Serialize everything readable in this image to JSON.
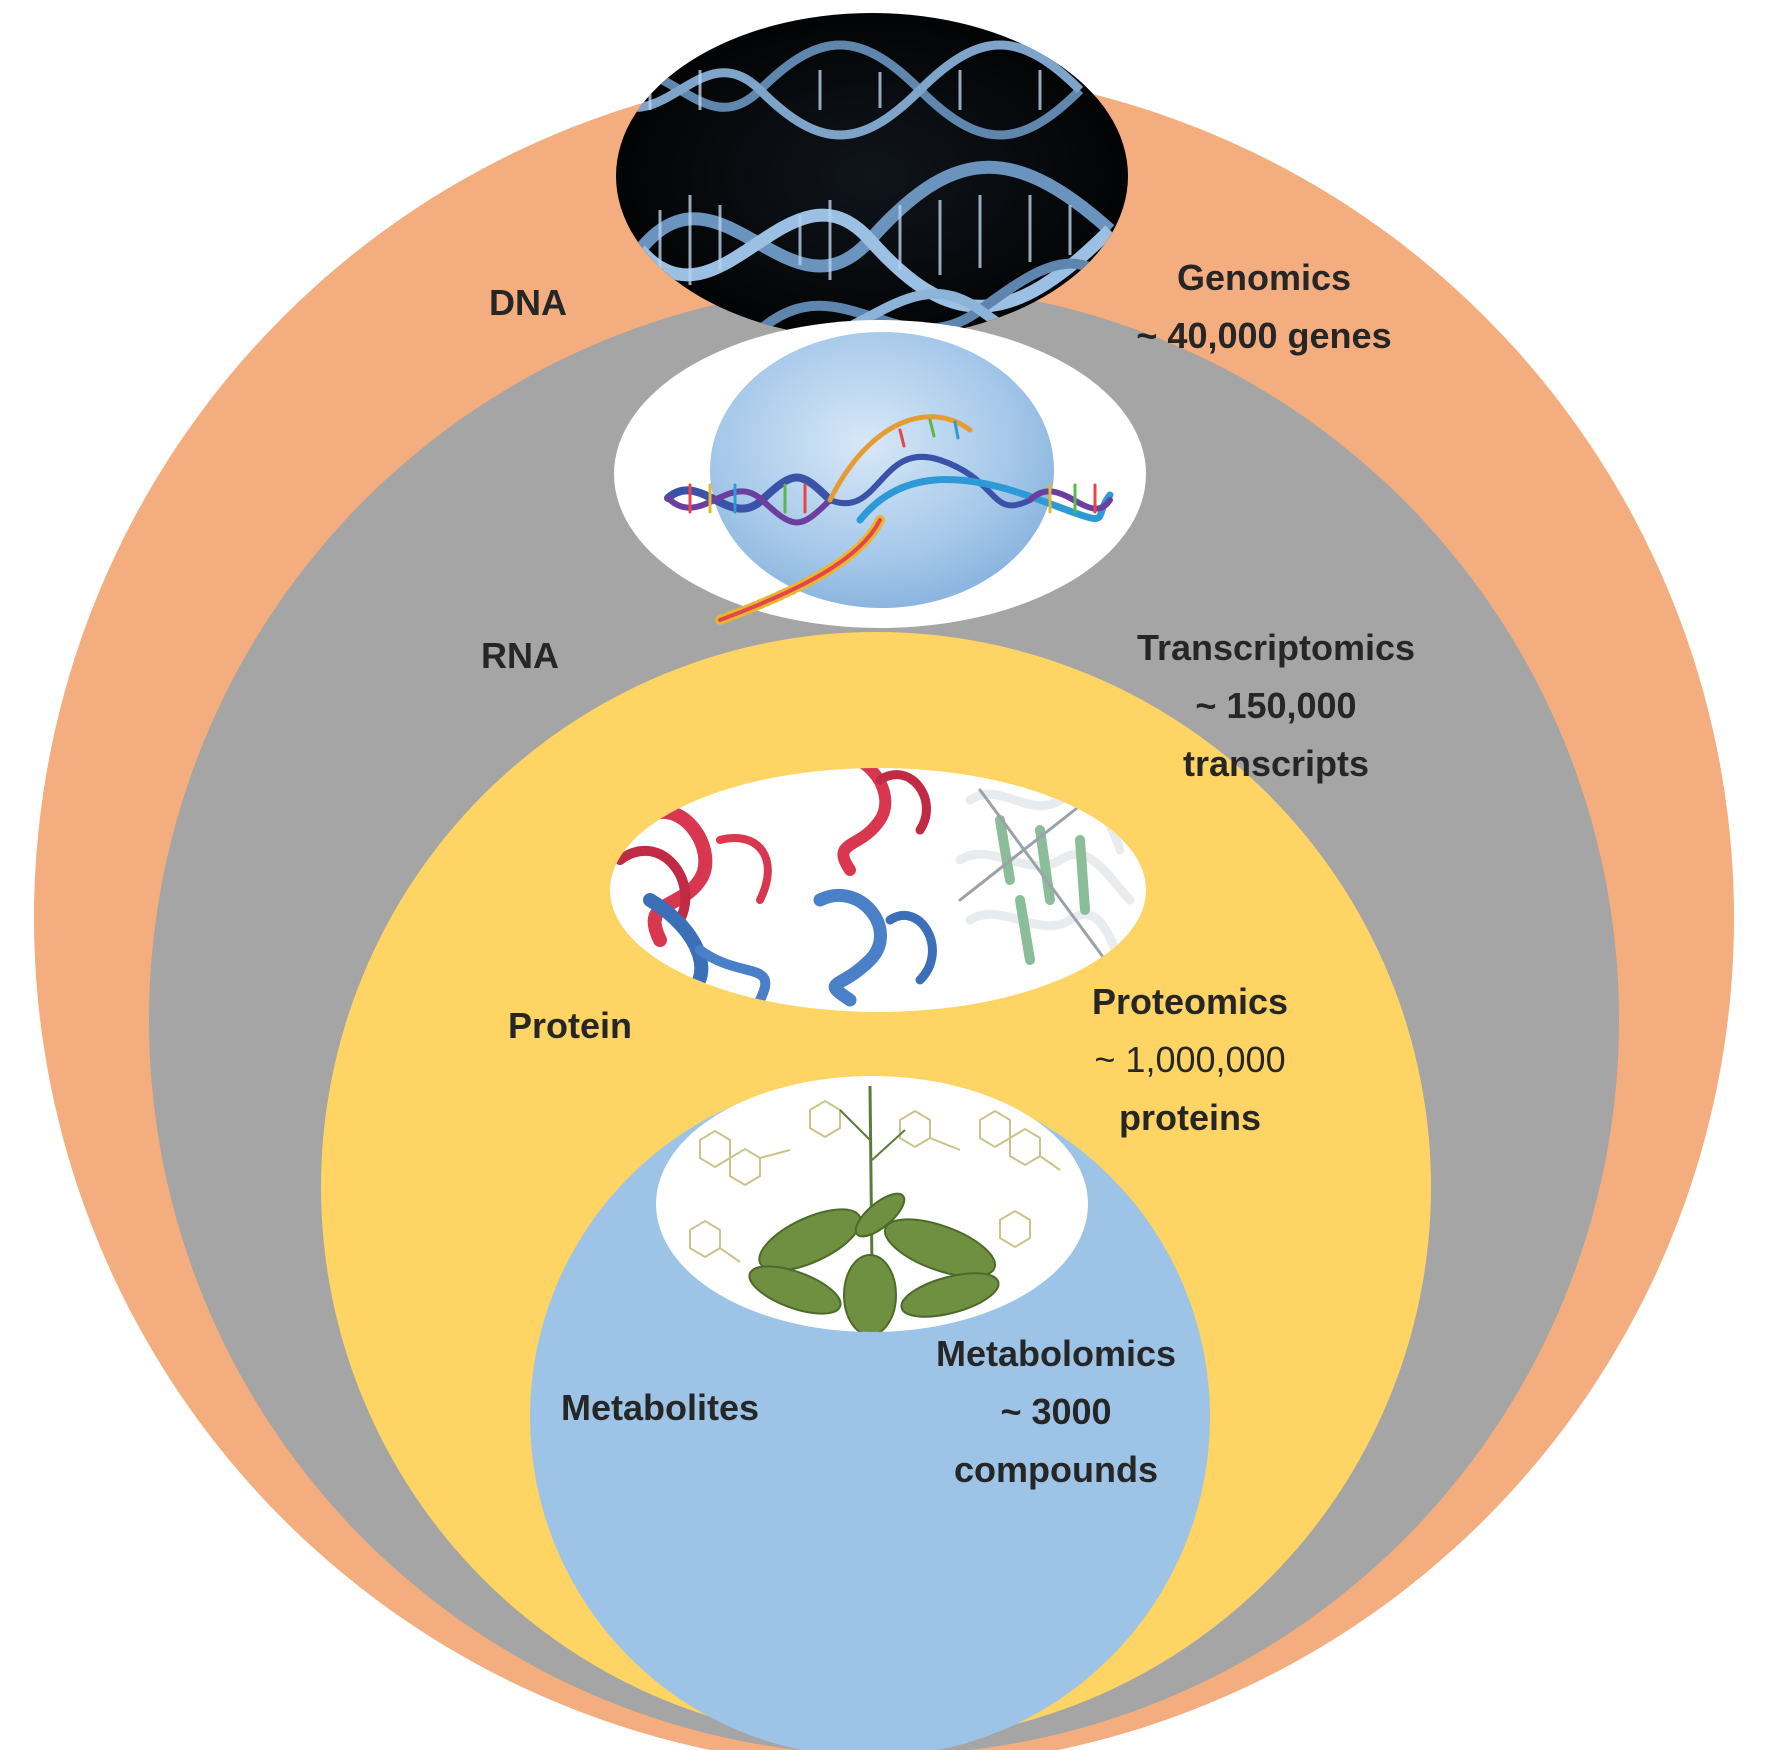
{
  "layers": [
    {
      "id": "dna",
      "level": "DNA",
      "omics": "Genomics",
      "count": "~ 40,000 genes",
      "color": "#f3ad7e",
      "image": "dna-double-helix-image"
    },
    {
      "id": "rna",
      "level": "RNA",
      "omics": "Transcriptomics",
      "count_line1": "~ 150,000",
      "count_line2": "transcripts",
      "color": "#a5a5a5",
      "image": "rna-transcription-image"
    },
    {
      "id": "protein",
      "level": "Protein",
      "omics": "Proteomics",
      "count_line1": "~ 1,000,000",
      "count_line2": "proteins",
      "color": "#fed465",
      "image": "protein-ribbon-structure-image"
    },
    {
      "id": "metabolites",
      "level": "Metabolites",
      "omics": "Metabolomics",
      "count_line1": "~ 3000",
      "count_line2": "compounds",
      "color": "#9dc3e6",
      "image": "plant-metabolite-structures-image"
    }
  ]
}
